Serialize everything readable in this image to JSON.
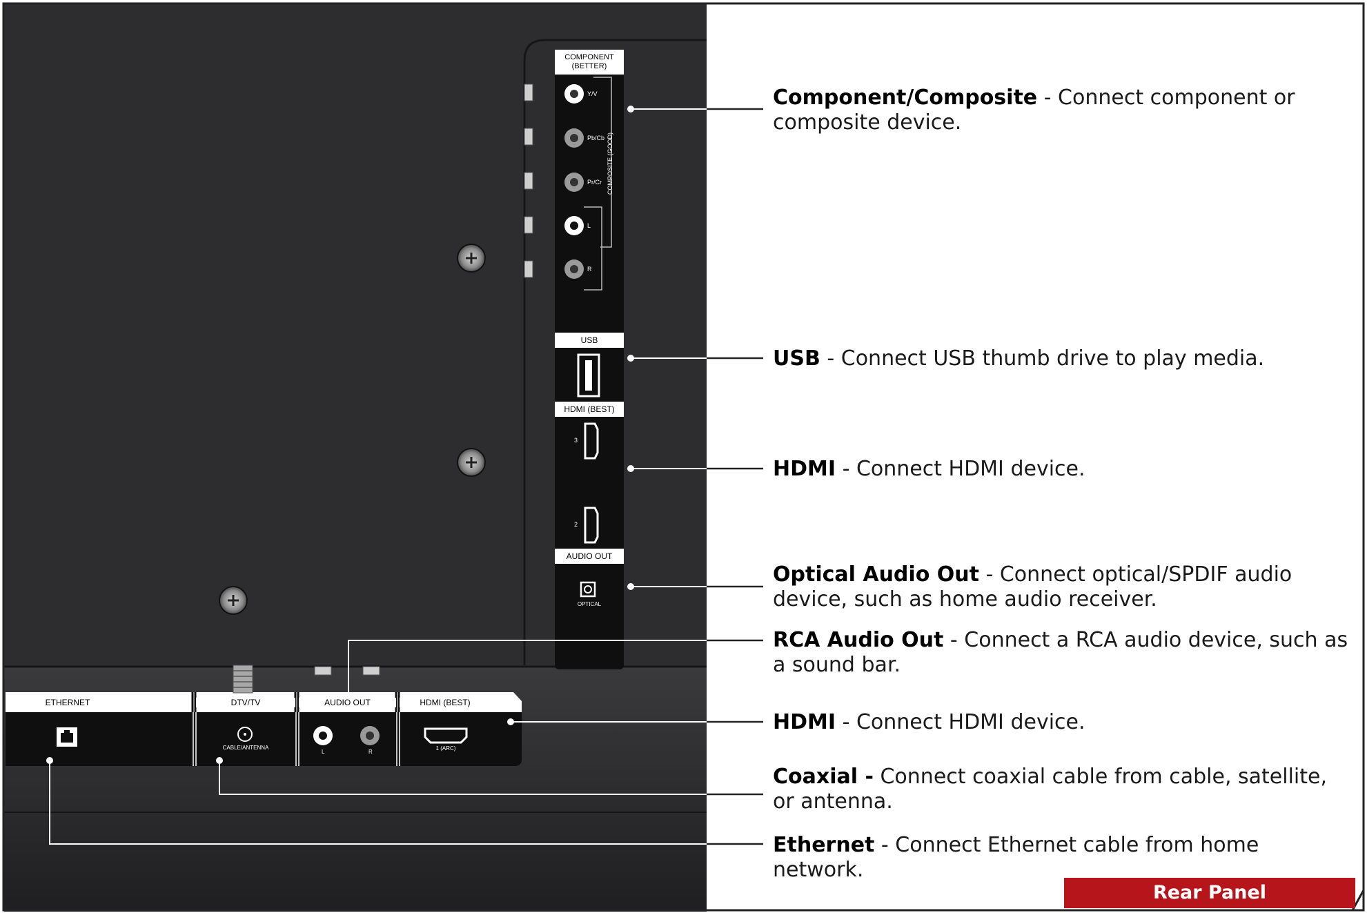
{
  "panel": {
    "side_labels": {
      "component_line1": "COMPONENT",
      "component_line2": "(BETTER)",
      "composite": "COMPOSITE (GOOD)",
      "usb": "USB",
      "hdmi_side": "HDMI (BEST)",
      "audio_out_side": "AUDIO OUT",
      "optical": "OPTICAL",
      "jack_yv": "Y/V",
      "jack_pb": "Pb/Cb",
      "jack_pr": "Pr/Cr",
      "jack_l": "L",
      "jack_r": "R",
      "hdmi3_num": "3",
      "hdmi2_num": "2"
    },
    "bottom_labels": {
      "ethernet": "ETHERNET",
      "dtv": "DTV/TV",
      "audio_out": "AUDIO OUT",
      "hdmi_bottom": "HDMI (BEST)",
      "cable_antenna": "CABLE/ANTENNA",
      "rca_l": "L",
      "rca_r": "R",
      "hdmi1": "1 (ARC)"
    }
  },
  "callouts": [
    {
      "title": "Component/Composite",
      "sep": " - ",
      "text": "Connect component or composite device."
    },
    {
      "title": "USB",
      "sep": " - ",
      "text": "Connect USB thumb drive to play media."
    },
    {
      "title": "HDMI",
      "sep": " - ",
      "text": "Connect HDMI device."
    },
    {
      "title": "Optical Audio Out",
      "sep": " - ",
      "text": "Connect optical/SPDIF audio device, such as home audio receiver."
    },
    {
      "title": "RCA Audio Out",
      "sep": " - ",
      "text": "Connect a RCA audio device, such as a sound bar."
    },
    {
      "title": "HDMI",
      "sep": " - ",
      "text": "Connect HDMI device."
    },
    {
      "title": "Coaxial -",
      "sep": " ",
      "text": "Connect coaxial cable from cable, satellite, or antenna."
    },
    {
      "title": "Ethernet",
      "sep": " - ",
      "text": "Connect Ethernet cable from home network."
    }
  ],
  "badge": "Rear Panel",
  "colors": {
    "panel_dark": "#2b2b2d",
    "panel_black": "#0e0e0e",
    "accent_red": "#b5151b"
  }
}
